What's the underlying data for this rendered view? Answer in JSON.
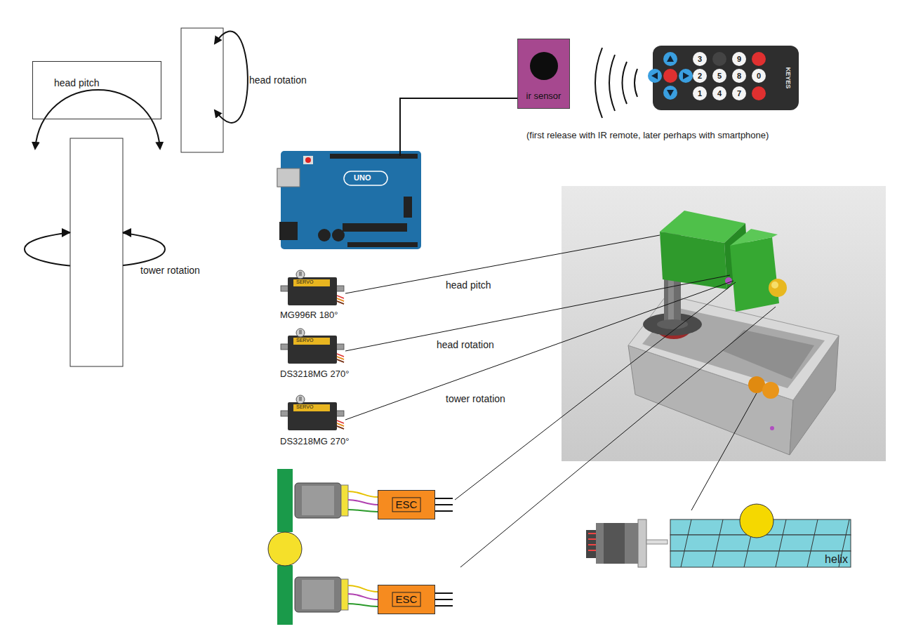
{
  "diagram": {
    "nodes": [
      {
        "text": [
          "head pitch"
        ]
      },
      {
        "text": [
          "ir sensor"
        ]
      },
      {
        "text": [
          "ESC"
        ]
      },
      {
        "text": [
          "ESC"
        ]
      },
      {
        "text": [
          "helix"
        ]
      }
    ],
    "labels": [
      "head rotation",
      "tower rotation",
      "UNO",
      "3",
      "9",
      "2",
      "5",
      "8",
      "0",
      "1",
      "4",
      "7",
      "KEYES",
      "(first release with IR remote, later perhaps with smartphone)",
      "SERVO",
      "SERVO",
      "SERVO",
      "MG996R 180°",
      "DS3218MG 270°",
      "DS3218MG 270°",
      "head pitch",
      "head rotation",
      "tower rotation"
    ]
  }
}
